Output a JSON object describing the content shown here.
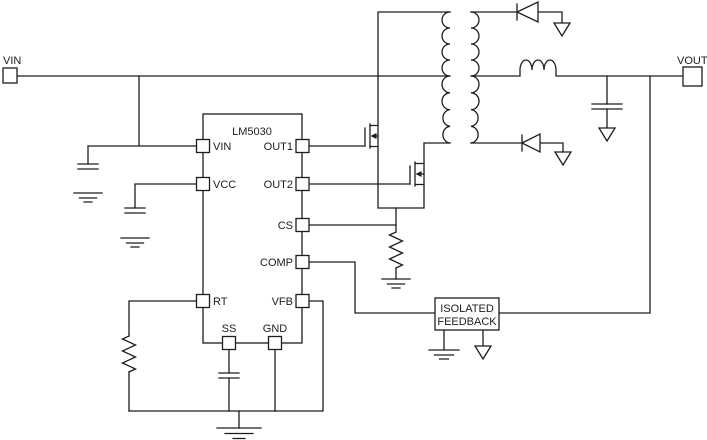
{
  "colors": {
    "line": "#1d1d1d",
    "background": "#ffffff"
  },
  "terminals": {
    "input_label": "VIN",
    "output_label": "VOUT"
  },
  "ic": {
    "name": "LM5030",
    "pins": {
      "vin": "VIN",
      "vcc": "VCC",
      "rt": "RT",
      "ss": "SS",
      "gnd": "GND",
      "out1": "OUT1",
      "out2": "OUT2",
      "cs": "CS",
      "comp": "COMP",
      "vfb": "VFB"
    }
  },
  "feedback_block": {
    "line1": "ISOLATED",
    "line2": "FEEDBACK"
  },
  "symbols": {
    "transformer": "center-tapped-transformer",
    "q1": "nmos-fet",
    "q2": "nmos-fet",
    "d1": "rectifier-diode",
    "d2": "rectifier-diode",
    "output_inductor": "inductor",
    "capacitors": "capacitor",
    "resistors": "resistor",
    "primary_ground": "earth-ground",
    "secondary_ground": "isolated-ground-arrow"
  }
}
